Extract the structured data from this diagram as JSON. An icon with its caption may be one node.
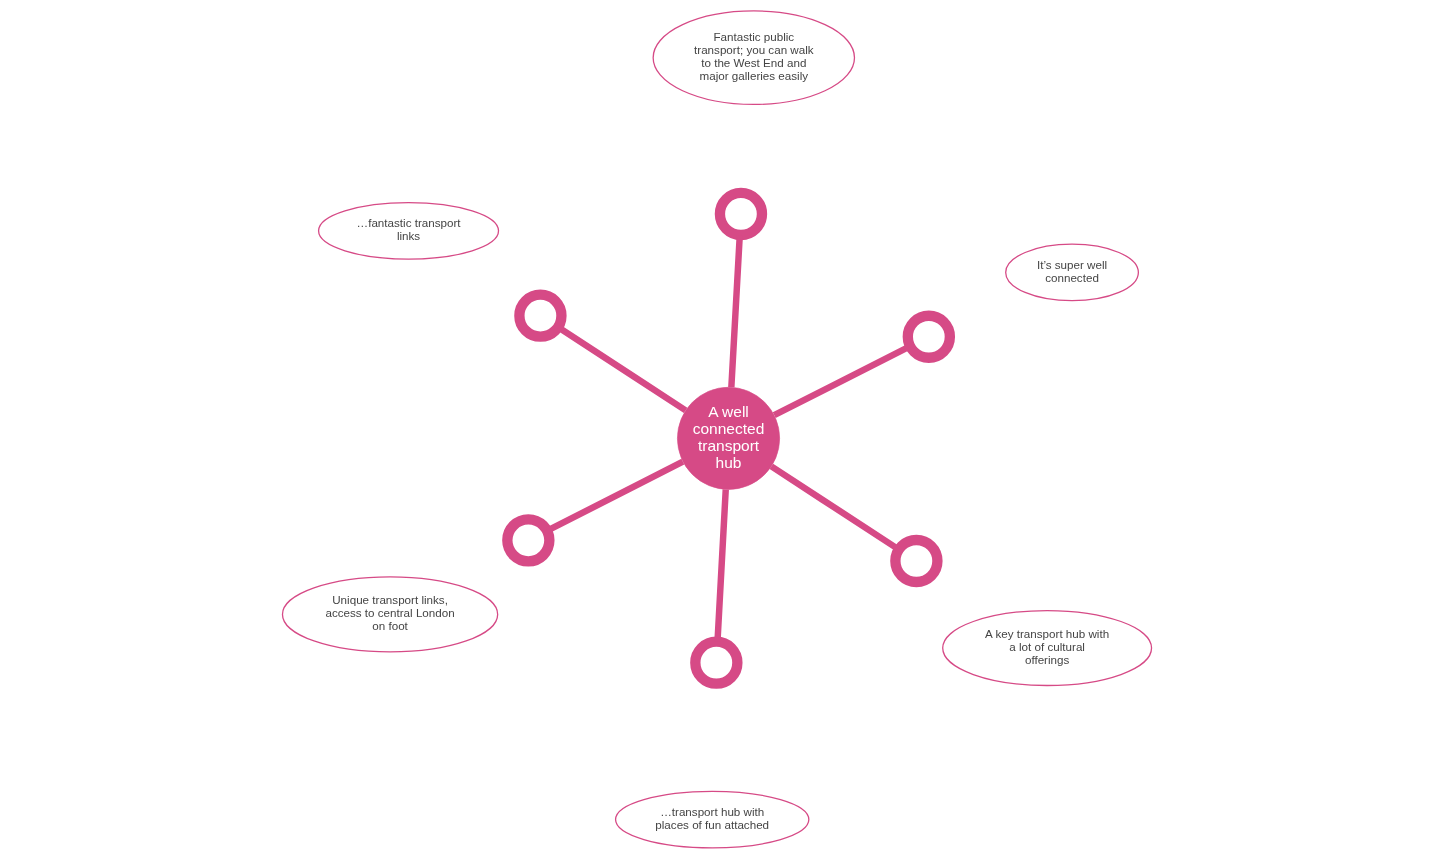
{
  "diagram": {
    "nodes": [
      {
        "text": [
          "A well connected transport hub"
        ]
      },
      {
        "text": [],
        "shape": "circle"
      },
      {
        "text": [],
        "shape": "circle"
      },
      {
        "text": [],
        "shape": "circle"
      },
      {
        "text": [],
        "shape": "circle"
      },
      {
        "text": [],
        "shape": "circle"
      },
      {
        "text": [],
        "shape": "circle"
      },
      {
        "text": [
          "It’s super well connected"
        ]
      },
      {
        "text": [
          "Unique transport links, access to central London on foot"
        ]
      },
      {
        "text": [
          "Fantastic public transport; you can walk to the West End and major galleries easily"
        ]
      },
      {
        "text": [
          "A key transport hub with a lot of cultural offerings"
        ]
      },
      {
        "text": [
          "…fantastic transport links"
        ]
      },
      {
        "text": [
          "…transport hub with places of fun attached"
        ]
      }
    ],
    "edges": [
      {
        "from": 0,
        "to": 1,
        "arrow": "none"
      },
      {
        "from": 0,
        "to": 2,
        "arrow": "none"
      },
      {
        "from": 0,
        "to": 3,
        "arrow": "none"
      },
      {
        "from": 0,
        "to": 4,
        "arrow": "none"
      },
      {
        "from": 0,
        "to": 5,
        "arrow": "none"
      },
      {
        "from": 0,
        "to": 6,
        "arrow": "none"
      }
    ]
  }
}
